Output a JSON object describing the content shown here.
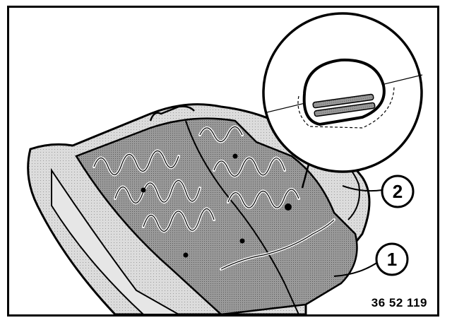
{
  "figure": {
    "callouts": [
      {
        "label": "1"
      },
      {
        "label": "2"
      }
    ],
    "figure_code": "36 52 119"
  },
  "colors": {
    "line": "#000000",
    "mat_fill": "#8c8c8c",
    "cushion_fill": "#d2d2d2",
    "background": "#ffffff"
  }
}
